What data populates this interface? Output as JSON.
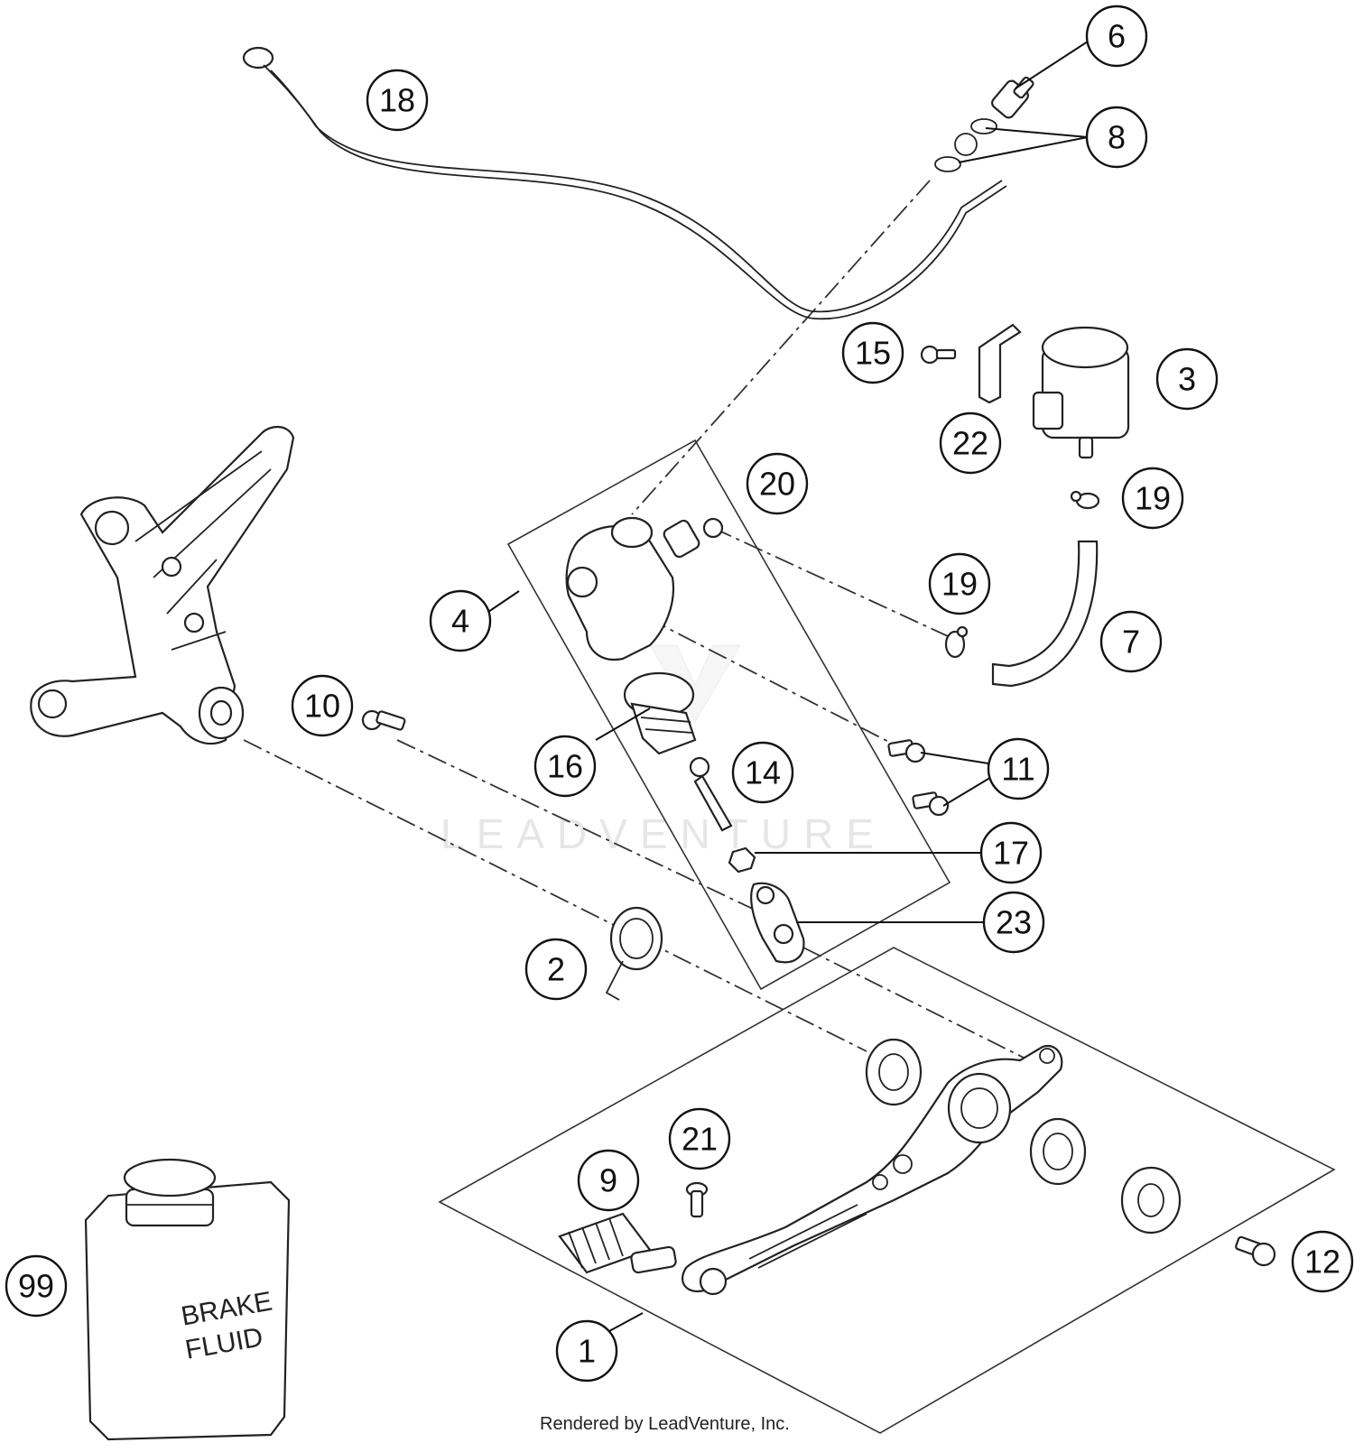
{
  "callouts": {
    "c1": "1",
    "c2": "2",
    "c3": "3",
    "c4": "4",
    "c6": "6",
    "c7": "7",
    "c8": "8",
    "c9": "9",
    "c10": "10",
    "c11": "11",
    "c12": "12",
    "c14": "14",
    "c15": "15",
    "c16": "16",
    "c17": "17",
    "c18": "18",
    "c19a": "19",
    "c19b": "19",
    "c20": "20",
    "c21": "21",
    "c22": "22",
    "c23": "23",
    "c99": "99"
  },
  "bottle": {
    "line1": "BRAKE",
    "line2": "FLUID"
  },
  "watermark": "LEADVENTURE",
  "credit": "Rendered by LeadVenture, Inc."
}
